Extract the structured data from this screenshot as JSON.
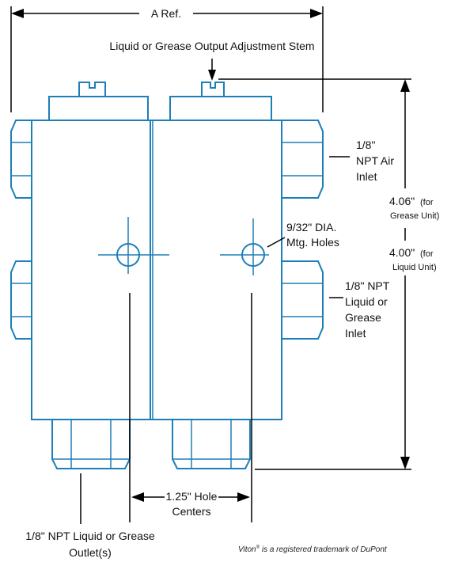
{
  "colors": {
    "part_stroke": "#1e7fb8",
    "dimension_stroke": "#000000",
    "text": "#111111",
    "background": "#ffffff"
  },
  "labels": {
    "ref_width": "A Ref.",
    "adjust_stem": "Liquid or Grease Output Adjustment Stem",
    "air_inlet_line1": "1/8\"",
    "air_inlet_line2": "NPT Air",
    "air_inlet_line3": "Inlet",
    "height_grease_value": "4.06\"",
    "height_grease_note_line1": "(for",
    "height_grease_note_line2": "Grease Unit)",
    "height_liquid_value": "4.00\"",
    "height_liquid_note_line1": "(for",
    "height_liquid_note_line2": "Liquid Unit)",
    "mtg_holes_line1": "9/32\" DIA.",
    "mtg_holes_line2": "Mtg. Holes",
    "liquid_inlet_line1": "1/8\" NPT",
    "liquid_inlet_line2": "Liquid or",
    "liquid_inlet_line3": "Grease",
    "liquid_inlet_line4": "Inlet",
    "hole_centers_line1": "1.25\" Hole",
    "hole_centers_line2": "Centers",
    "outlet_line1": "1/8\" NPT Liquid or Grease",
    "outlet_line2": "Outlet(s)",
    "trademark_prefix": "Viton",
    "trademark_sup": "®",
    "trademark_rest": " is a registered trademark of DuPont"
  }
}
